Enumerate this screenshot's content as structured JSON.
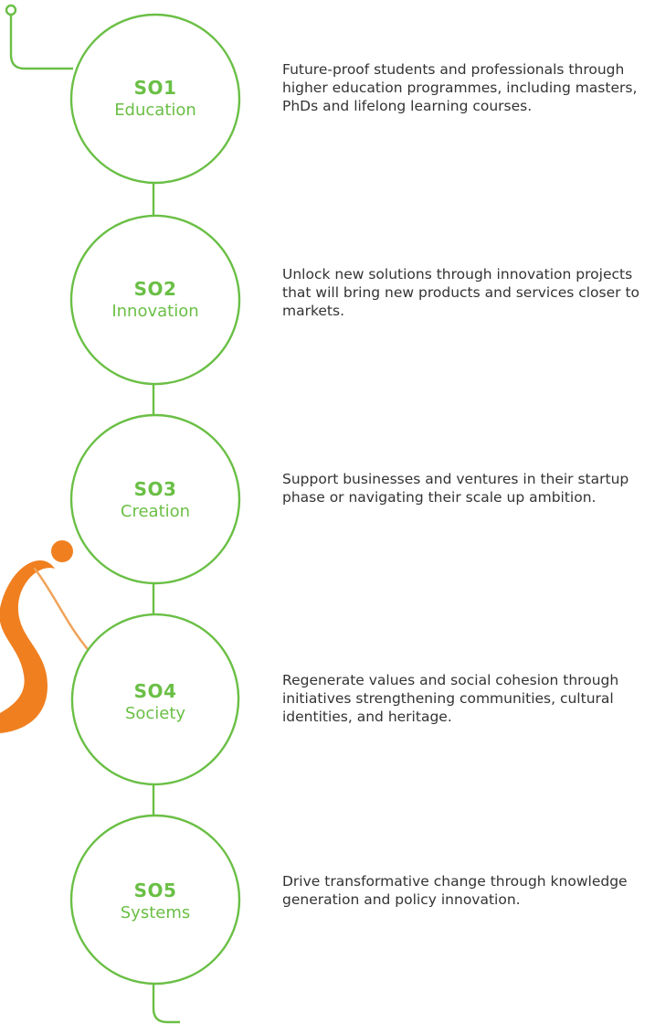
{
  "theme": {
    "accent": "#6abf45",
    "logo_orange": "#f07f1f",
    "text": "#333333"
  },
  "objectives": [
    {
      "code": "SO1",
      "name": "Education",
      "description": "Future-proof students  and professionals through higher education programmes, including masters, PhDs and lifelong learning courses."
    },
    {
      "code": "SO2",
      "name": "Innovation",
      "description": "Unlock new solutions through innovation projects that will bring new products and services closer to markets."
    },
    {
      "code": "SO3",
      "name": "Creation",
      "description": "Support businesses and ventures in their startup phase or navigating their scale up ambition."
    },
    {
      "code": "SO4",
      "name": "Society",
      "description": "Regenerate values and social cohesion through initiatives strengthening communities, cultural identities, and heritage."
    },
    {
      "code": "SO5",
      "name": "Systems",
      "description": "Drive transformative change through knowledge generation and policy innovation."
    }
  ]
}
